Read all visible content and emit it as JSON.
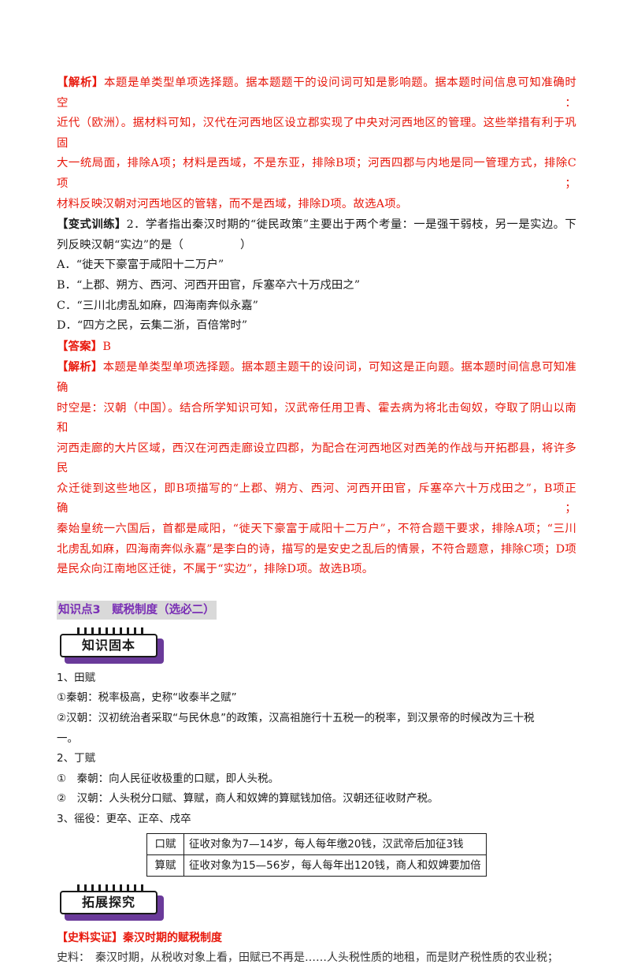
{
  "analysis1": {
    "tag": "【解析】",
    "lines": [
      "本题是单类型单项选择题。据本题题干的设问词可知是影响题。据本题时间信息可知准确时空：",
      "近代（欧洲）。据材料可知，汉代在河西地区设立郡实现了中央对河西地区的管理。这些举措有利于巩固",
      "大一统局面，排除A项；材料是西域，不是东亚，排除B项；河西四郡与内地是同一管理方式，排除C项；",
      "材料反映汉朝对河西地区的管辖，而不是西域，排除D项。故选A项。"
    ]
  },
  "question2": {
    "tag": "【变式训练】",
    "line1": "2．学者指出秦汉时期的“徙民政策”主要出于两个考量：一是强干弱枝，另一是实边。下",
    "line2_pre": "列反映汉朝“实边”的是（",
    "line2_post": "）",
    "options": [
      "A．“徙天下豪富于咸阳十二万户”",
      "B．“上郡、朔方、西河、河西开田官，斥塞卒六十万戍田之”",
      "C．“三川北虏乱如麻，四海南奔似永嘉”",
      "D．“四方之民，云集二浙，百倍常时”"
    ]
  },
  "answer2": {
    "tag": "【答案】",
    "value": "B"
  },
  "analysis2": {
    "tag": "【解析】",
    "lines": [
      "本题是单类型单项选择题。据本题主题干的设问词，可知这是正向题。据本题时间信息可知准确",
      "时空是：汉朝（中国）。结合所学知识可知，汉武帝任用卫青、霍去病为将北击匈奴，夺取了阴山以南和",
      "河西走廊的大片区域，西汉在河西走廊设立四郡，为配合在河西地区对西羌的作战与开拓郡县，将许多民",
      "众迁徙到这些地区，即B项描写的“上郡、朔方、西河、河西开田官，斥塞卒六十万戍田之”，B项正确；",
      "秦始皇统一六国后，首都是咸阳，“徙天下豪富于咸阳十二万户”，不符合题干要求，排除A项；“三川",
      "北虏乱如麻，四海南奔似永嘉”是李白的诗，描写的是安史之乱后的情景，不符合题意，排除C项；D项",
      "是民众向江南地区迁徙，不属于“实边”，排除D项。故选B项。"
    ]
  },
  "knowledge_point": "知识点3　赋税制度（选必二）",
  "banner1": "知识固本",
  "tax": {
    "h1": "1、田赋",
    "h1a": "①秦朝：税率极高，史称“收泰半之赋”",
    "h1b_1": "②汉朝：汉初统治者采取“与民休息”的政策，汉高祖施行十五税一的税率，到汉景帝的时候改为三十税",
    "h1b_2": "一。",
    "h2": "2、丁赋",
    "h2a": "①　秦朝：向人民征收极重的口赋，即人头税。",
    "h2b": "②　汉朝：人头税分口赋、算赋，商人和奴婢的算赋钱加倍。汉朝还征收财产税。",
    "h3": "3、徭役：更卒、正卒、戍卒",
    "table": [
      {
        "head": "口赋",
        "text": "征收对象为7—14岁，每人每年缴20钱，汉武帝后加征3钱"
      },
      {
        "head": "算赋",
        "text": "征收对象为15—56岁，每人每年出120钱，商人和奴婢要加倍"
      }
    ]
  },
  "banner2": "拓展探究",
  "evidence": {
    "heading": "【史料实证】秦汉时期的赋税制度",
    "text": "史料：　秦汉时期，从税收对象上看，田赋已不再是……人头税性质的地租，而是财产税性质的农业税；"
  },
  "colors": {
    "accent_red": "#e8190d",
    "purple": "#7a2fb5",
    "kp_bg": "#d9d9d9"
  }
}
